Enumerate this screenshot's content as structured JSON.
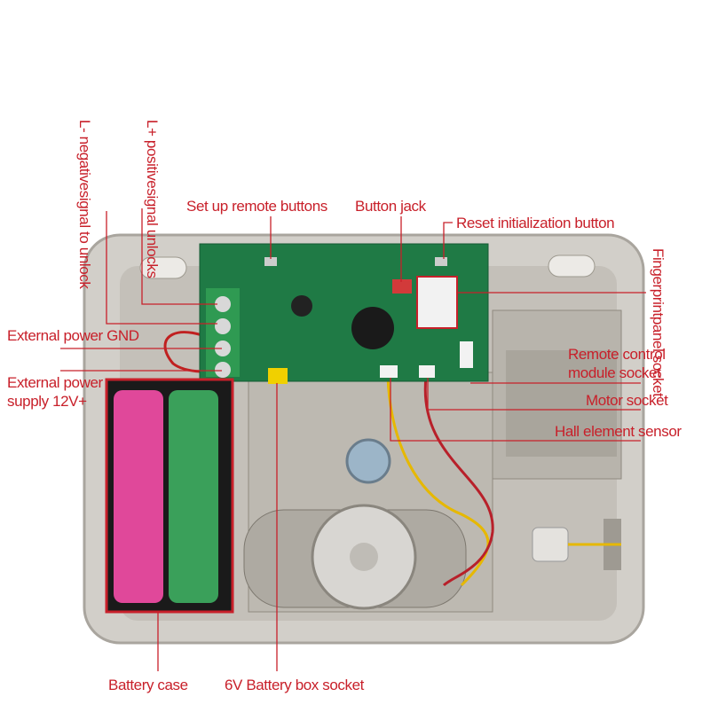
{
  "labels": {
    "l_negative": [
      "L- negative",
      "signal to unlock"
    ],
    "l_positive": [
      "L+ positive",
      "signal unlocks"
    ],
    "setup_remote": "Set up remote buttons",
    "button_jack": "Button jack",
    "reset_button": "Reset initialization button",
    "fingerprint": [
      "Fingerprint",
      "panel socket"
    ],
    "ext_gnd": "External power GND",
    "ext_12v": [
      "External power",
      "supply 12V+"
    ],
    "remote_module": [
      "Remote control",
      "module socket"
    ],
    "motor_socket": "Motor socket",
    "hall_sensor": "Hall element sensor",
    "battery_case": "Battery case",
    "battery_socket": "6V Battery box socket"
  },
  "colors": {
    "annotation": "#c8202a",
    "pcb": "#1f7a45",
    "housing": "#cfccc6"
  }
}
